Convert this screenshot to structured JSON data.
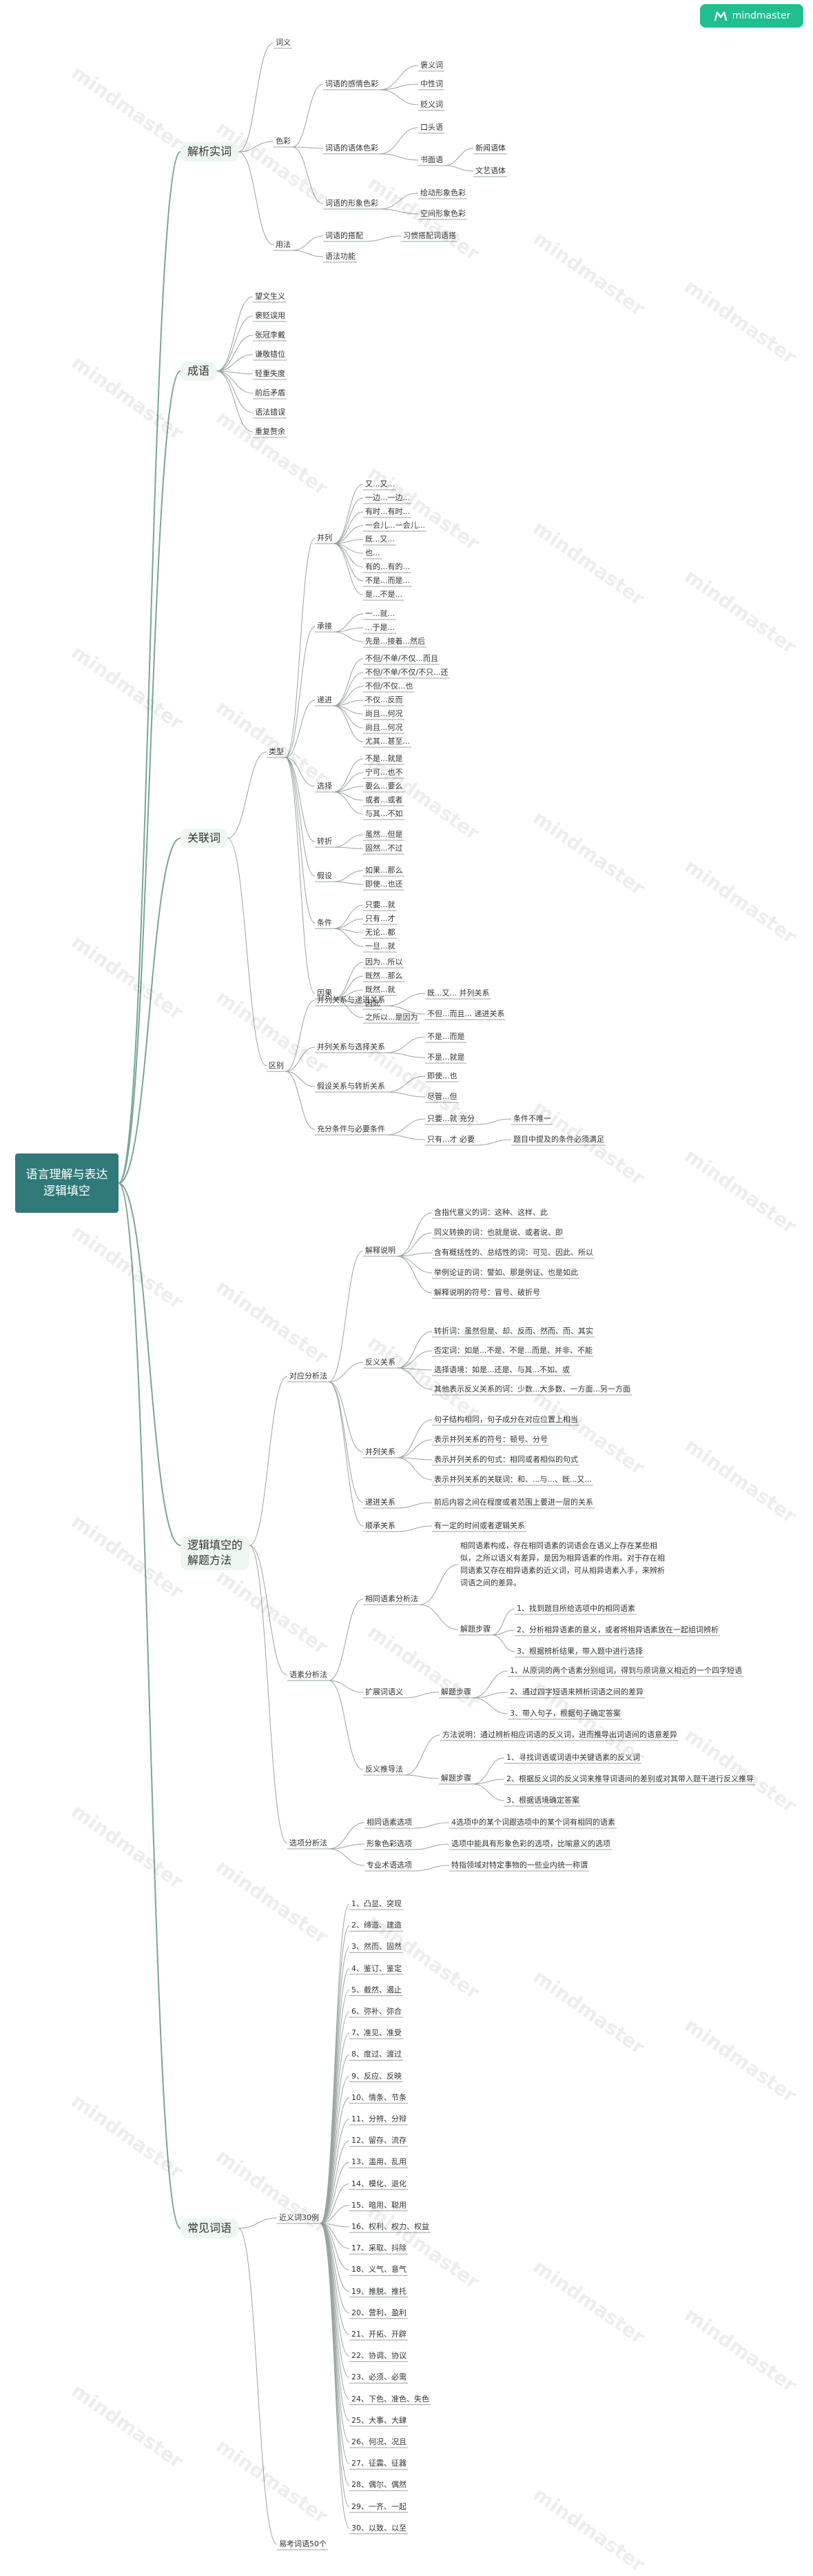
{
  "brand": "mindmaster",
  "watermark": "mindmaster",
  "root": "语言理解与表达\n逻辑填空",
  "branches": {
    "jiexi": {
      "label": "解析实词",
      "ciyi": "词义",
      "secai": "色彩",
      "ganqing": "词语的感情色彩",
      "bao": "褒义词",
      "zhong": "中性词",
      "bian": "贬义词",
      "yuti": "词语的语体色彩",
      "kouyu": "口头语",
      "shumian": "书面语",
      "xinwen": "新闻语体",
      "wenyi": "文艺语体",
      "xingxiang": "词语的形象色彩",
      "dongtai": "绘动形象色彩",
      "kongjian": "空间形象色彩",
      "yongfa": "用法",
      "dapei": "词语的搭配",
      "xiguan": "习惯搭配词语搭",
      "yufa": "语法功能"
    },
    "chengyu": {
      "label": "成语",
      "items": [
        "望文生义",
        "褒贬误用",
        "张冠李戴",
        "谦敬错位",
        "轻重失度",
        "前后矛盾",
        "语法错误",
        "重复赘余"
      ]
    },
    "guanlian": {
      "label": "关联词",
      "leixing": "类型",
      "bingli": "并列",
      "bingli_items": [
        "又...又...",
        "一边...一边...",
        "有时...有时...",
        "一会儿...一会儿...",
        "既...又...",
        "也...",
        "有的...有的...",
        "不是...而是...",
        "是...不是..."
      ],
      "chengjie": "承接",
      "chengjie_items": [
        "一...就...",
        "...于是...",
        "先是...接着...然后"
      ],
      "dijin": "递进",
      "dijin_items": [
        "不但/不单/不仅...而且",
        "不但/不单/不仅/不只...还",
        "不但/不仅...也",
        "不仅...反而",
        "尚且...何况",
        "尚且...何况",
        "尤其...甚至..."
      ],
      "xuanze": "选择",
      "xuanze_items": [
        "不是...就是",
        "宁可...也不",
        "要么...要么",
        "或者...或者",
        "与其...不如"
      ],
      "zhuanzhe": "转折",
      "zhuanzhe_items": [
        "虽然...但是",
        "固然...不过"
      ],
      "jiashe": "假设",
      "jiashe_items": [
        "如果...那么",
        "即使...也还"
      ],
      "tiaojian": "条件",
      "tiaojian_items": [
        "只要...就",
        "只有...才",
        "无论...都",
        "一旦...就"
      ],
      "yinguo": "因果",
      "yinguo_items": [
        "因为...所以",
        "既然...那么",
        "既然...就",
        "因此",
        "之所以...是因为"
      ],
      "qubie": "区别",
      "q1": "并列关系与递进关系",
      "q1a": "既...又... 并列关系",
      "q1b": "不但...而且... 递进关系",
      "q2": "并列关系与选择关系",
      "q2a": "不是...而是",
      "q2b": "不是...就是",
      "q3": "假设关系与转折关系",
      "q3a": "即使...也",
      "q3b": "尽管...但",
      "q4": "充分条件与必要条件",
      "q4a": "只要...就 充分",
      "q4a2": "条件不唯一",
      "q4b": "只有...才 必要",
      "q4b2": "题目中提及的条件必须满足"
    },
    "luoji": {
      "label": "逻辑填空的\n解题方法",
      "duiying": "对应分析法",
      "jieshi": "解释说明",
      "jieshi_items": [
        "含指代意义的词：这种、这样、此",
        "同义转换的词：也就是说、或者说、即",
        "含有概括性的、总结性的词：可见、因此、所以",
        "举例论证的词：譬如、那是例证、也是如此",
        "解释说明的符号：冒号、破折号"
      ],
      "fanyi": "反义关系",
      "fanyi_items": [
        "转折词：虽然但是、却、反而、然而、而、其实",
        "否定词：如是...不是、不是...而是、并非、不能",
        "选择语境：如是...还是、与其...不如、或",
        "其他表示反义关系的词：少数...大多数、一方面...另一方面"
      ],
      "bingli": "并列关系",
      "bingli_items": [
        "句子结构相同，句子成分在对应位置上相当",
        "表示并列关系的符号：顿号、分号",
        "表示并列关系的句式：相同或者相似的句式",
        "表示并列关系的关联词：和、...与...、既...又..."
      ],
      "dijin": "递进关系",
      "dijin_text": "前后内容之间在程度或者范围上要进一层的关系",
      "jiesi": "顺承关系",
      "jiesi_text": "有一定的时间或者逻辑关系",
      "yusu": "语素分析法",
      "xiangtong": "相同语素分析法",
      "xiangtong_text": "相同语素构成，存在相同语素的词语会在语义上存在某些相似，之所以语义有差异，是因为相异语素的作用。对于存在相同语素又存在相异语素的近义词，可从相异语素入手，来辨析词语之间的差异。",
      "jieti": "解题步骤",
      "xt_steps": [
        "1、找到题目所给选项中的相同语素",
        "2、分析相异语素的意义，或者将相异语素放在一起组词辨析",
        "3、根据辨析结果，带入题中进行选择"
      ],
      "kuozhan": "扩展词语义",
      "kz_steps": [
        "1、从原词的两个语素分别组词，得到与原词意义相近的一个四字短语",
        "2、通过四字短语来辨析词语之间的差异",
        "3、带入句子，根据句子确定答案"
      ],
      "fanyitui": "反义推导法",
      "fyt_text": "方法说明：通过辨析相应词语的反义词，进而推导出词语间的语意差异",
      "fyt_steps": [
        "1、寻找词语或词语中关键语素的反义词",
        "2、根据反义词的反义词来推导词语间的差别或对其带入题干进行反义推导",
        "3、根据语境确定答案"
      ],
      "xuanxiang": "选项分析法",
      "xx_rows": [
        {
          "k": "相同语素选项",
          "v": "4选项中的某个词跟选项中的某个词有相同的语素"
        },
        {
          "k": "形象色彩选项",
          "v": "选项中能具有形象色彩的选项，比喻意义的选项"
        },
        {
          "k": "专业术语选项",
          "v": "特指领域对特定事物的一些业内统一称谓"
        }
      ]
    },
    "changjian": {
      "label": "常见词语",
      "jinyi": "近义词30例",
      "items": [
        "1、凸显、突现",
        "2、缔造、建造",
        "3、然而、固然",
        "4、鉴订、鉴定",
        "5、截然、遏止",
        "6、弥补、弥合",
        "7、准见、准受",
        "8、度过、渡过",
        "9、反应、反映",
        "10、情条、节条",
        "11、分辨、分辩",
        "12、留存、流存",
        "13、滥用、乱用",
        "14、模化、退化",
        "15、暗用、聪用",
        "16、权利、权力、权益",
        "17、采取、抖除",
        "18、义气、意气",
        "19、推脱、推托",
        "20、营利、盈利",
        "21、开拓、开辟",
        "22、协调、协议",
        "23、必须、必需",
        "24、下色、准色、失色",
        "25、大事、大肆",
        "26、何况、况且",
        "27、征震、征器",
        "28、偶尔、偶然",
        "29、一齐、一起",
        "30、以致、以至"
      ],
      "yilun": "易考词语50个"
    }
  }
}
